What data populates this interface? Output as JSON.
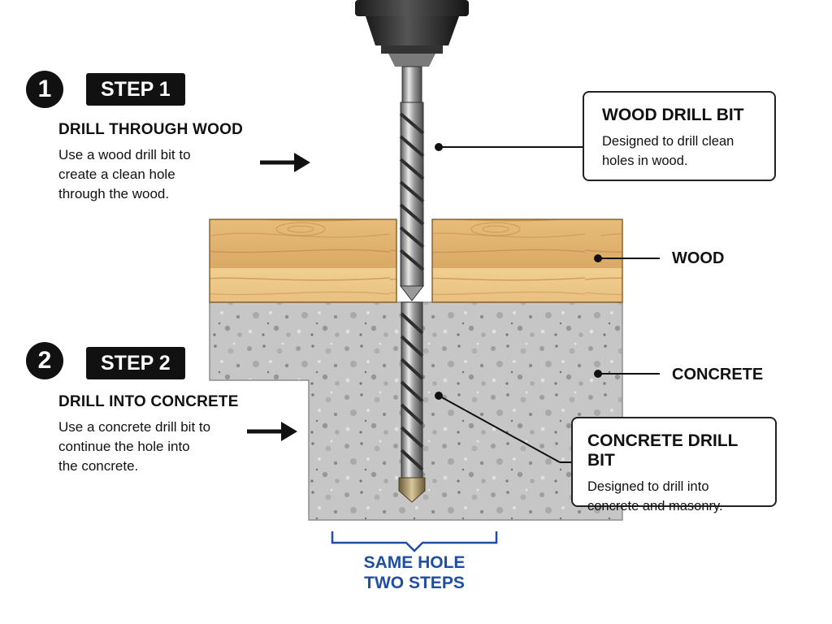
{
  "step1": {
    "number": "1",
    "tag": "STEP 1",
    "title": "DRILL THROUGH WOOD",
    "description": [
      "Use a wood drill bit to",
      "create a clean hole",
      "through the wood."
    ]
  },
  "step2": {
    "number": "2",
    "tag": "STEP 2",
    "title": "DRILL INTO CONCRETE",
    "description": [
      "Use a concrete drill bit to",
      "continue the hole into",
      "the concrete."
    ]
  },
  "callouts": {
    "wood_bit": {
      "title": "WOOD DRILL BIT",
      "description": [
        "Designed to drill clean",
        "holes in wood."
      ]
    },
    "concrete_bit": {
      "title": "CONCRETE DRILL BIT",
      "description": [
        "Designed to drill into",
        "concrete and masonry."
      ]
    }
  },
  "labels": {
    "wood": "WOOD",
    "concrete": "CONCRETE"
  },
  "bottom": {
    "line1": "SAME HOLE",
    "line2": "TWO STEPS"
  },
  "colors": {
    "wood": "#e8c07d",
    "concrete": "#c9c9c9",
    "accent_blue": "#1f4ea3",
    "ink": "#111111"
  },
  "icons": {
    "step_arrow": "right-arrow-icon"
  }
}
